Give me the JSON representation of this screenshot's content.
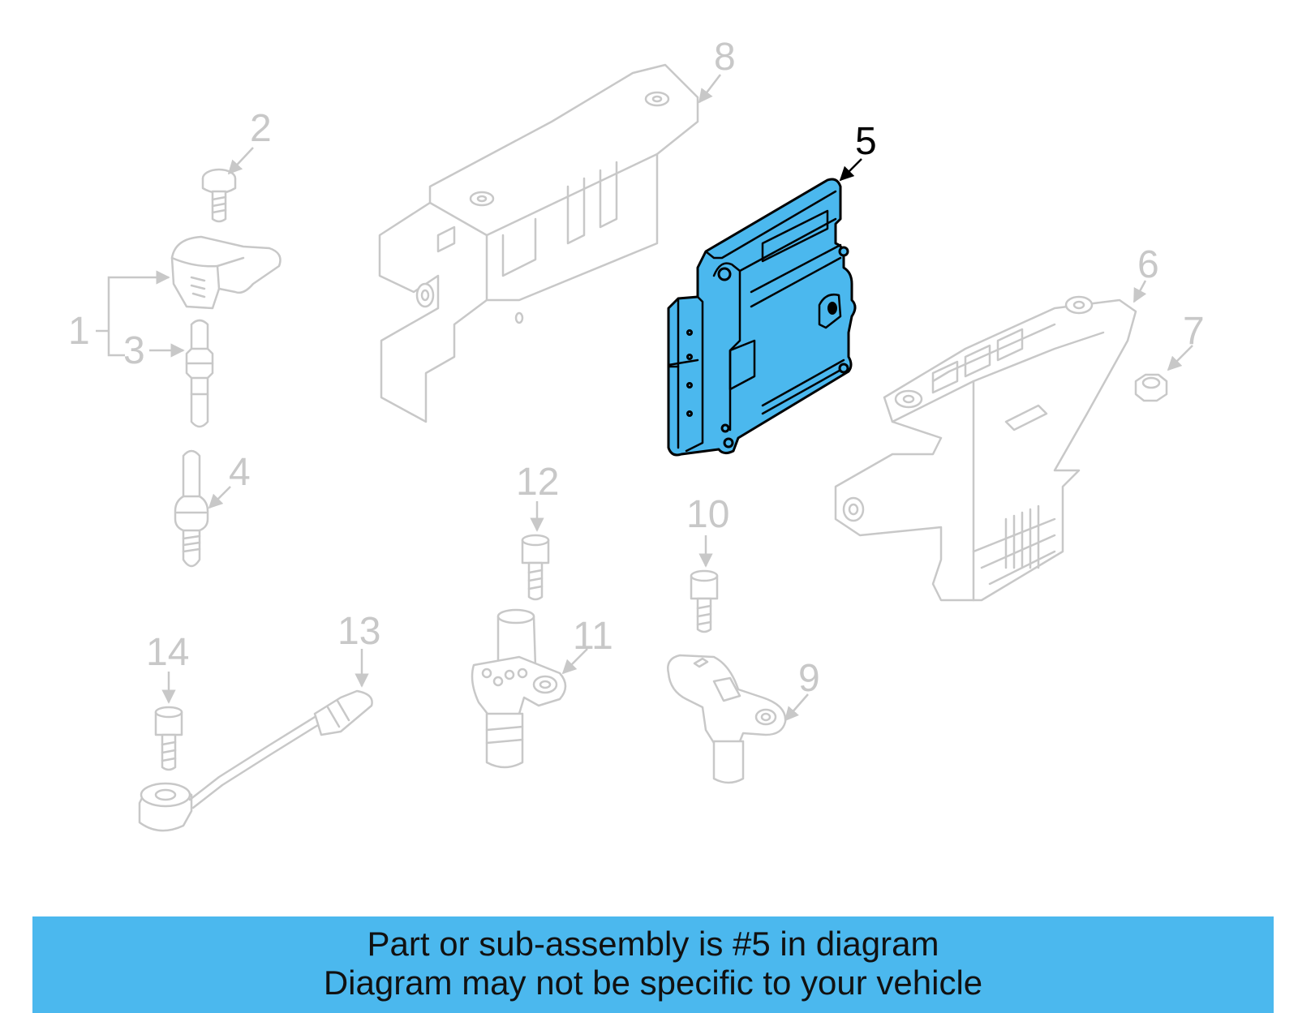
{
  "diagram": {
    "callouts": {
      "c1": "1",
      "c2": "2",
      "c3": "3",
      "c4": "4",
      "c5": "5",
      "c6": "6",
      "c7": "7",
      "c8": "8",
      "c9": "9",
      "c10": "10",
      "c11": "11",
      "c12": "12",
      "c13": "13",
      "c14": "14"
    },
    "highlighted_part": "5",
    "colors": {
      "highlight": "#4bb8ee",
      "outline": "#c8c8c8",
      "banner": "#4bb8ee"
    }
  },
  "footer": {
    "line1": "Part or sub-assembly is #5 in diagram",
    "line2": "Diagram may not be specific to your vehicle"
  }
}
